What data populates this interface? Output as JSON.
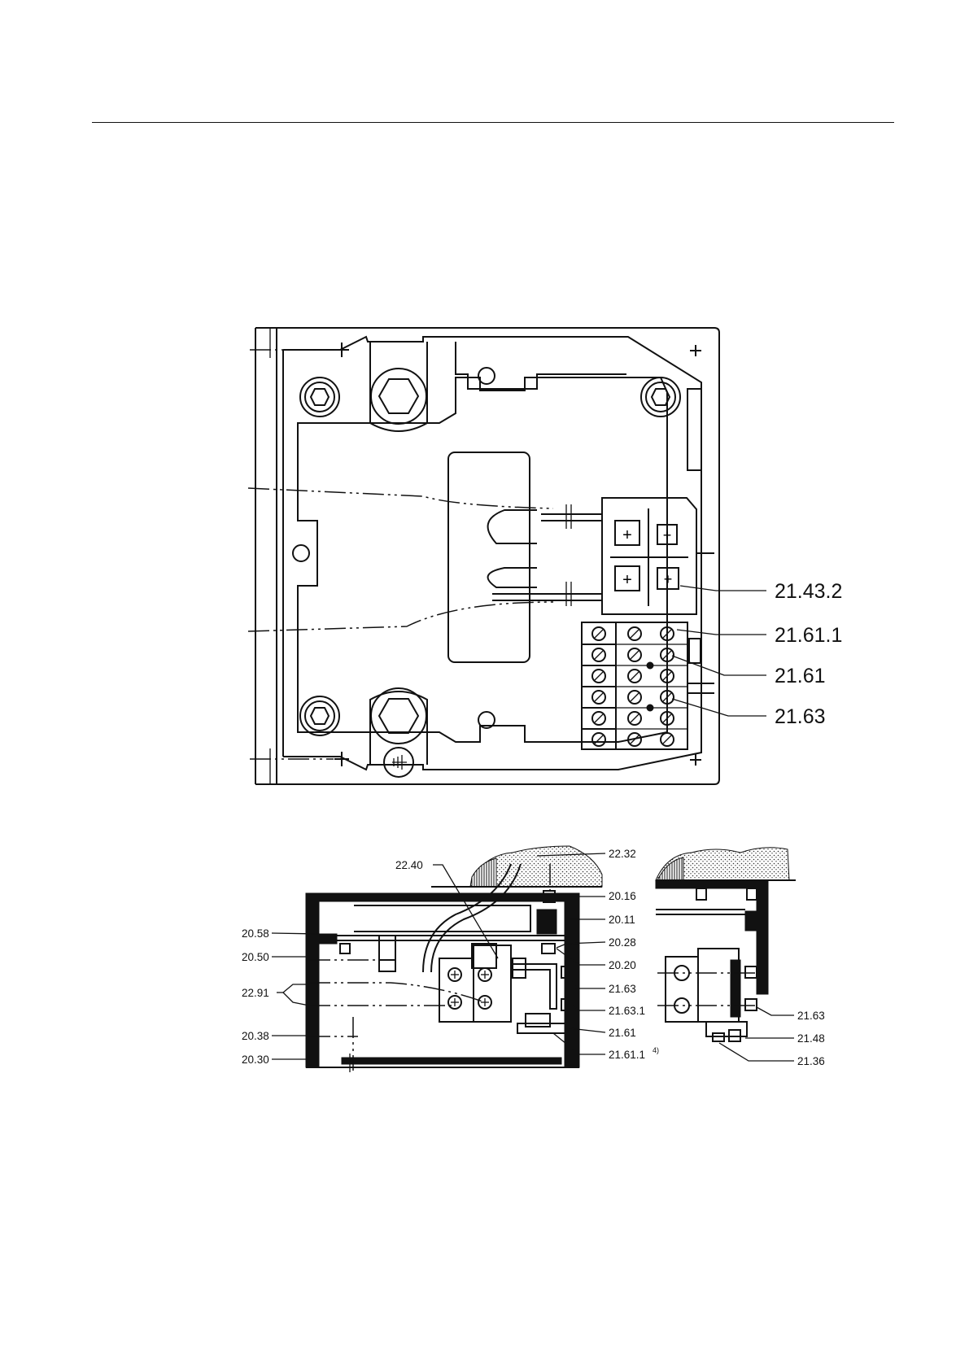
{
  "top_view_labels": {
    "l1": "21.43.2",
    "l2": "21.61.1",
    "l3": "21.61",
    "l4": "21.63"
  },
  "section_labels": {
    "s_22_32": "22.32",
    "s_22_40": "22.40",
    "s_20_16": "20.16",
    "s_20_11": "20.11",
    "s_20_58": "20.58",
    "s_20_28": "20.28",
    "s_20_50": "20.50",
    "s_20_20": "20.20",
    "s_22_91": "22.91",
    "s_21_63": "21.63",
    "s_21_63_1": "21.63.1",
    "s_21_61": "21.61",
    "s_20_38": "20.38",
    "s_20_30": "20.30",
    "s_21_61_1": "21.61.1",
    "s_21_61_1_note": "4)"
  },
  "side_labels": {
    "r_21_63": "21.63",
    "r_21_48": "21.48",
    "r_21_36": "21.36"
  }
}
